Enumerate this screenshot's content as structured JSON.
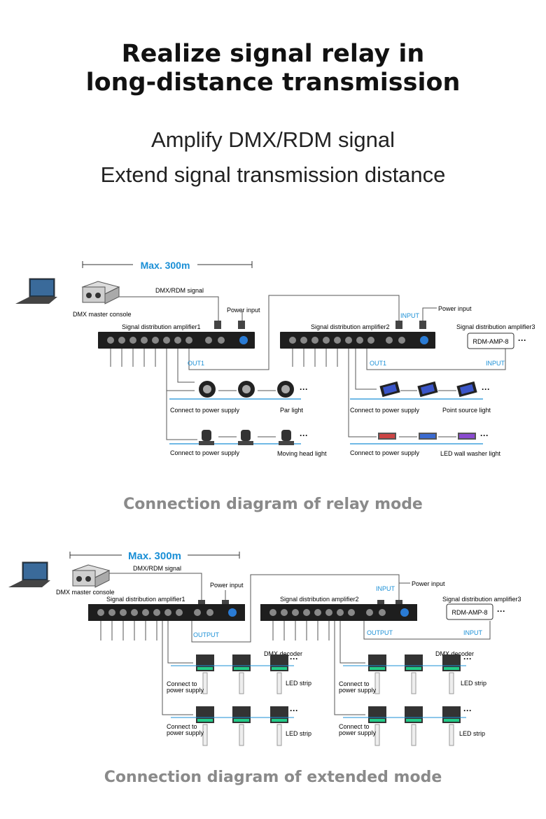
{
  "header": {
    "title_line1": "Realize signal relay in",
    "title_line2": "long-distance transmission",
    "subtitle_line1": "Amplify DMX/RDM signal",
    "subtitle_line2": "Extend signal transmission distance"
  },
  "relay": {
    "max_distance": "Max. 300m",
    "signal_label": "DMX/RDM signal",
    "console_label": "DMX master console",
    "power_input_label": "Power input",
    "power_input_label_2": "Power input",
    "amp1_label": "Signal distribution amplifier1",
    "amp2_label": "Signal distribution amplifier2",
    "amp3_label": "Signal distribution amplifier3",
    "amp3_model": "RDM-AMP-8",
    "more": "···",
    "out1_a": "OUT1",
    "out1_b": "OUT1",
    "input_a": "INPUT",
    "input_b": "INPUT",
    "psu_1": "Connect to power supply",
    "psu_2": "Connect to power supply",
    "psu_3": "Connect to power supply",
    "psu_4": "Connect to power supply",
    "par_light": "Par light",
    "moving_head": "Moving head light",
    "point_source": "Point source light",
    "wall_washer": "LED wall washer light",
    "caption": "Connection diagram of relay mode"
  },
  "extended": {
    "max_distance": "Max. 300m",
    "signal_label": "DMX/RDM signal",
    "console_label": "DMX master console",
    "power_input_label": "Power input",
    "power_input_label_2": "Power input",
    "amp1_label": "Signal distribution amplifier1",
    "amp2_label": "Signal distribution amplifier2",
    "amp3_label": "Signal distribution amplifier3",
    "amp3_model": "RDM-AMP-8",
    "more": "···",
    "output_a": "OUTPUT",
    "output_b": "OUTPUT",
    "input_a": "INPUT",
    "input_b": "INPUT",
    "decoder_a": "DMX decoder",
    "decoder_b": "DMX decoder",
    "strip_1": "LED strip",
    "strip_2": "LED strip",
    "strip_3": "LED strip",
    "strip_4": "LED strip",
    "psu_line1": "Connect to",
    "psu_line2": "power supply",
    "caption": "Connection diagram of extended mode"
  },
  "colors": {
    "accent": "#1a8fd6",
    "wire": "#555555",
    "device": "#222222",
    "caption": "#8a8a8a"
  }
}
